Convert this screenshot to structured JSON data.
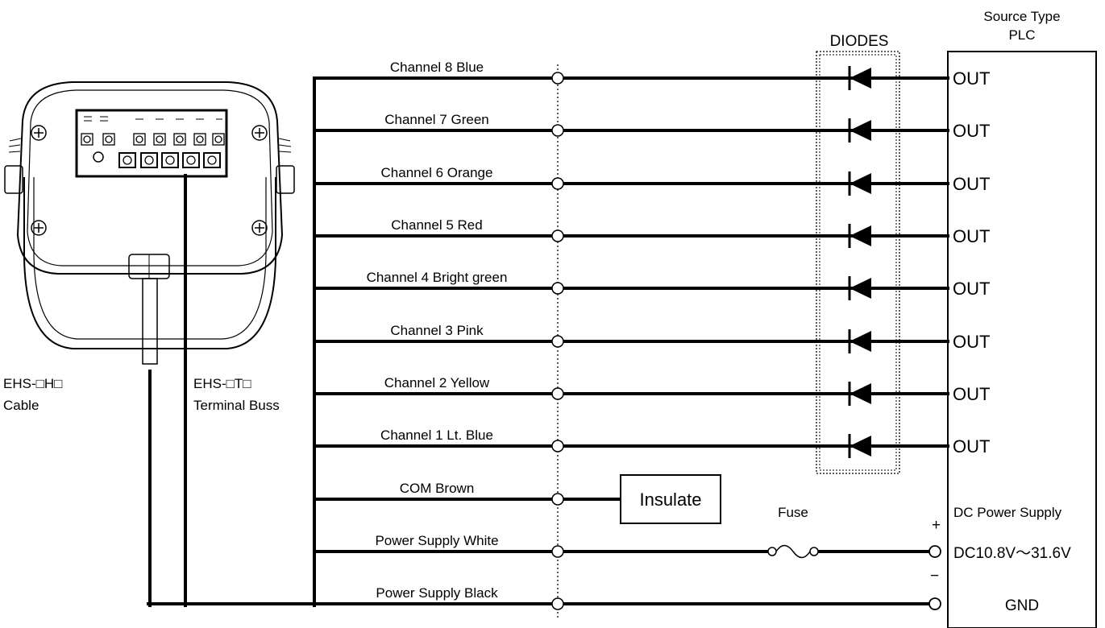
{
  "diagram": {
    "plc": {
      "title_line1": "Source Type",
      "title_line2": "PLC"
    },
    "diodes_label": "DIODES",
    "insulate_label": "Insulate",
    "fuse_label": "Fuse",
    "device_cable_model": "EHS-□H□",
    "device_cable_label": "Cable",
    "device_terminal_model": "EHS-□T□",
    "device_terminal_label": "Terminal Buss",
    "power_supply": {
      "label": "DC Power Supply",
      "voltage": "DC10.8V～31.6V",
      "gnd": "GND",
      "plus": "+",
      "minus": "−"
    },
    "channels": [
      {
        "label": "Channel 8 Blue",
        "terminal": "OUT"
      },
      {
        "label": "Channel 7 Green",
        "terminal": "OUT"
      },
      {
        "label": "Channel 6 Orange",
        "terminal": "OUT"
      },
      {
        "label": "Channel 5 Red",
        "terminal": "OUT"
      },
      {
        "label": "Channel 4 Bright green",
        "terminal": "OUT"
      },
      {
        "label": "Channel 3 Pink",
        "terminal": "OUT"
      },
      {
        "label": "Channel 2 Yellow",
        "terminal": "OUT"
      },
      {
        "label": "Channel 1 Lt. Blue",
        "terminal": "OUT"
      }
    ],
    "com_label": "COM Brown",
    "power_white_label": "Power Supply White",
    "power_black_label": "Power Supply Black"
  }
}
